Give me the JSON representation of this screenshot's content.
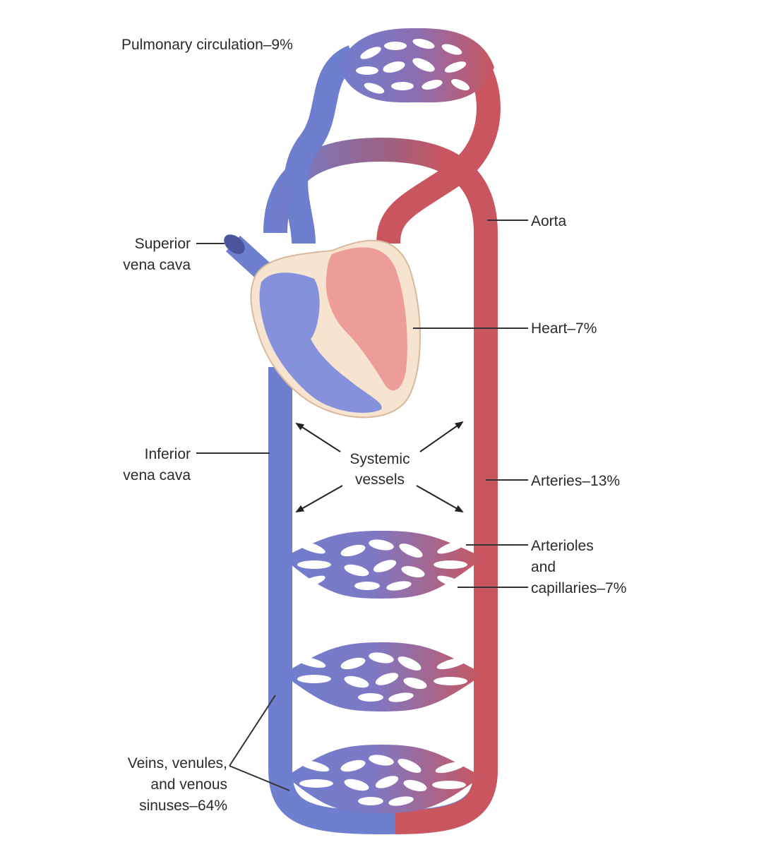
{
  "labels": {
    "pulmonary": "Pulmonary circulation–9%",
    "aorta": "Aorta",
    "superior_1": "Superior",
    "superior_2": "vena cava",
    "heart": "Heart–7%",
    "inferior_1": "Inferior",
    "inferior_2": "vena cava",
    "systemic_1": "Systemic",
    "systemic_2": "vessels",
    "arteries": "Arteries–13%",
    "arterioles_1": "Arterioles",
    "arterioles_2": "and",
    "arterioles_3": "capillaries–7%",
    "veins_1": "Veins, venules,",
    "veins_2": "and venous",
    "veins_3": "sinuses–64%"
  },
  "colors": {
    "venous": "#6f7fcf",
    "arterial": "#c9565f",
    "venous_light": "#8c9be0",
    "arterial_light": "#e8928c",
    "heart_wall": "#f6e3d0"
  }
}
